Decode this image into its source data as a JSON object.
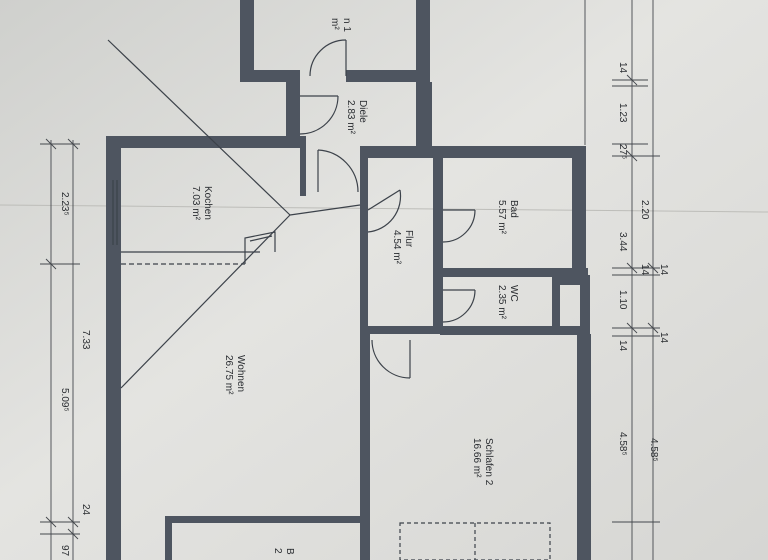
{
  "rooms": {
    "zimmer1": {
      "name": "n 1",
      "area": "m²"
    },
    "diele": {
      "name": "Diele",
      "area": "2.83 m²"
    },
    "kochen": {
      "name": "Kochen",
      "area": "7.03 m²"
    },
    "bad": {
      "name": "Bad",
      "area": "5.57 m²"
    },
    "flur": {
      "name": "Flur",
      "area": "4.54 m²"
    },
    "wc": {
      "name": "WC",
      "area": "2.35 m²"
    },
    "wohnen": {
      "name": "Wohnen",
      "area": "26.75 m²"
    },
    "schlafen2": {
      "name": "Schlafen 2",
      "area": "16.66 m²"
    },
    "balkon": {
      "name": "B",
      "area": "2"
    }
  },
  "dims_right_inner": [
    "14",
    "1.23",
    "27⁵",
    "2.20",
    "3.44",
    "14",
    "1.10",
    "14",
    "4.58⁵"
  ],
  "dims_right_outer": [
    "14",
    "14",
    "4.58⁵"
  ],
  "dims_left_outer": [
    "7.33"
  ],
  "dims_left_inner": [
    "2.23⁵",
    "5.09⁵",
    "24",
    "97"
  ]
}
